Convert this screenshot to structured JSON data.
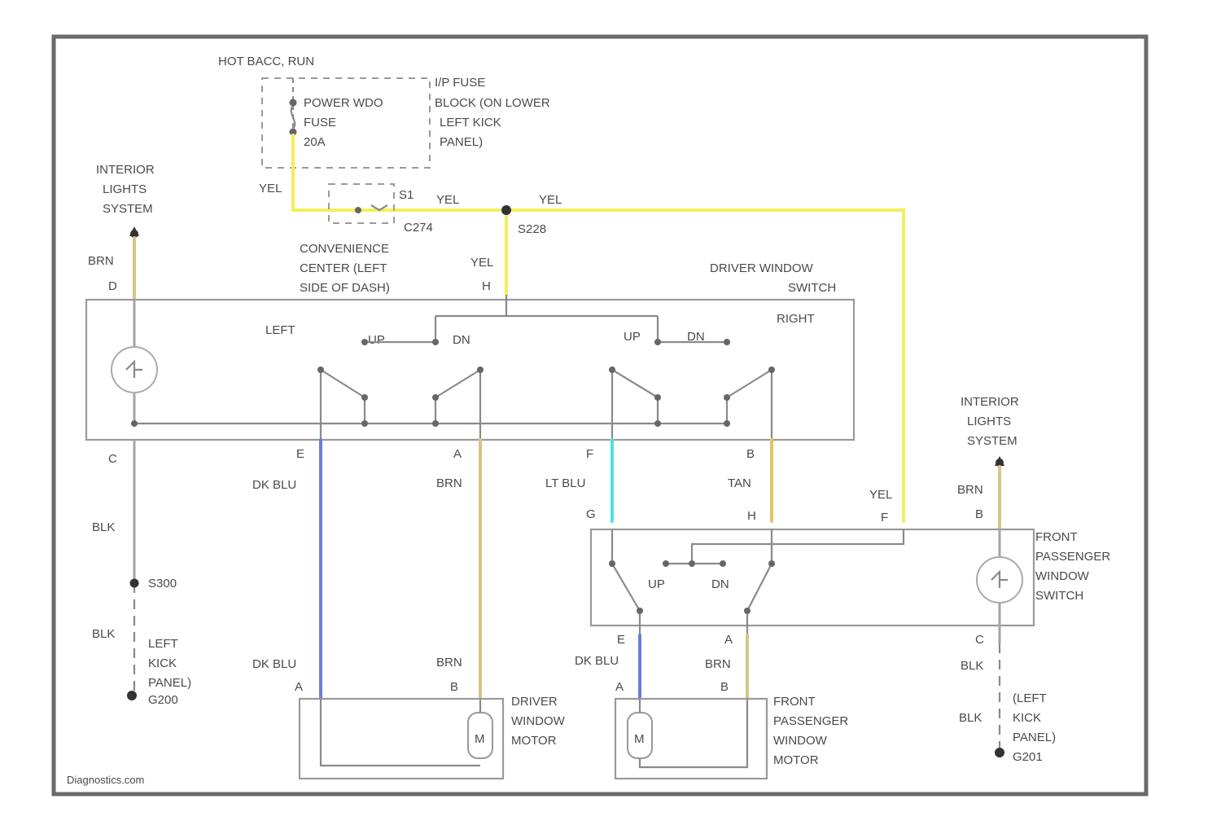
{
  "colors": {
    "yel": "#f2ef5c",
    "brn": "#d9c484",
    "tan": "#e3c466",
    "dk_blu": "#6a7fd6",
    "lt_blu": "#49e2e2",
    "blk": "#a5a5a5"
  },
  "fuse": {
    "hot_label": "HOT BACC, RUN",
    "name": "POWER WDO",
    "type": "FUSE",
    "amps": "20A",
    "block_lines": [
      "I/P FUSE",
      "BLOCK (ON LOWER",
      "LEFT KICK",
      "PANEL)"
    ]
  },
  "wires": {
    "yel": "YEL",
    "brn": "BRN",
    "blk": "BLK",
    "dk_blu": "DK BLU",
    "lt_blu": "LT BLU",
    "tan": "TAN"
  },
  "connector": {
    "pin": "S1",
    "id": "C274",
    "location_lines": [
      "CONVENIENCE",
      "CENTER (LEFT",
      "SIDE OF DASH)"
    ]
  },
  "splices": {
    "s_yel": "S228",
    "s_ground": "S300"
  },
  "interior_lights": [
    "INTERIOR",
    "LIGHTS",
    "SYSTEM"
  ],
  "driver_switch": {
    "title_lines": [
      "DRIVER WINDOW",
      "SWITCH"
    ],
    "left": "LEFT",
    "right": "RIGHT",
    "up": "UP",
    "dn": "DN"
  },
  "pass_switch": {
    "title_lines": [
      "FRONT",
      "PASSENGER",
      "WINDOW",
      "SWITCH"
    ]
  },
  "driver_motor": [
    "DRIVER",
    "WINDOW",
    "MOTOR"
  ],
  "pass_motor": [
    "FRONT",
    "PASSENGER",
    "WINDOW",
    "MOTOR"
  ],
  "motor_symbol": "M",
  "ground_left": {
    "location_lines": [
      "LEFT",
      "KICK",
      "PANEL)"
    ],
    "id": "G200"
  },
  "ground_right": {
    "location_lines": [
      "(LEFT",
      "KICK",
      "PANEL)"
    ],
    "id": "G201"
  },
  "pins": {
    "D": "D",
    "H": "H",
    "C": "C",
    "E": "E",
    "A": "A",
    "F": "F",
    "B": "B",
    "G": "G"
  },
  "watermark": "Diagnostics.com"
}
